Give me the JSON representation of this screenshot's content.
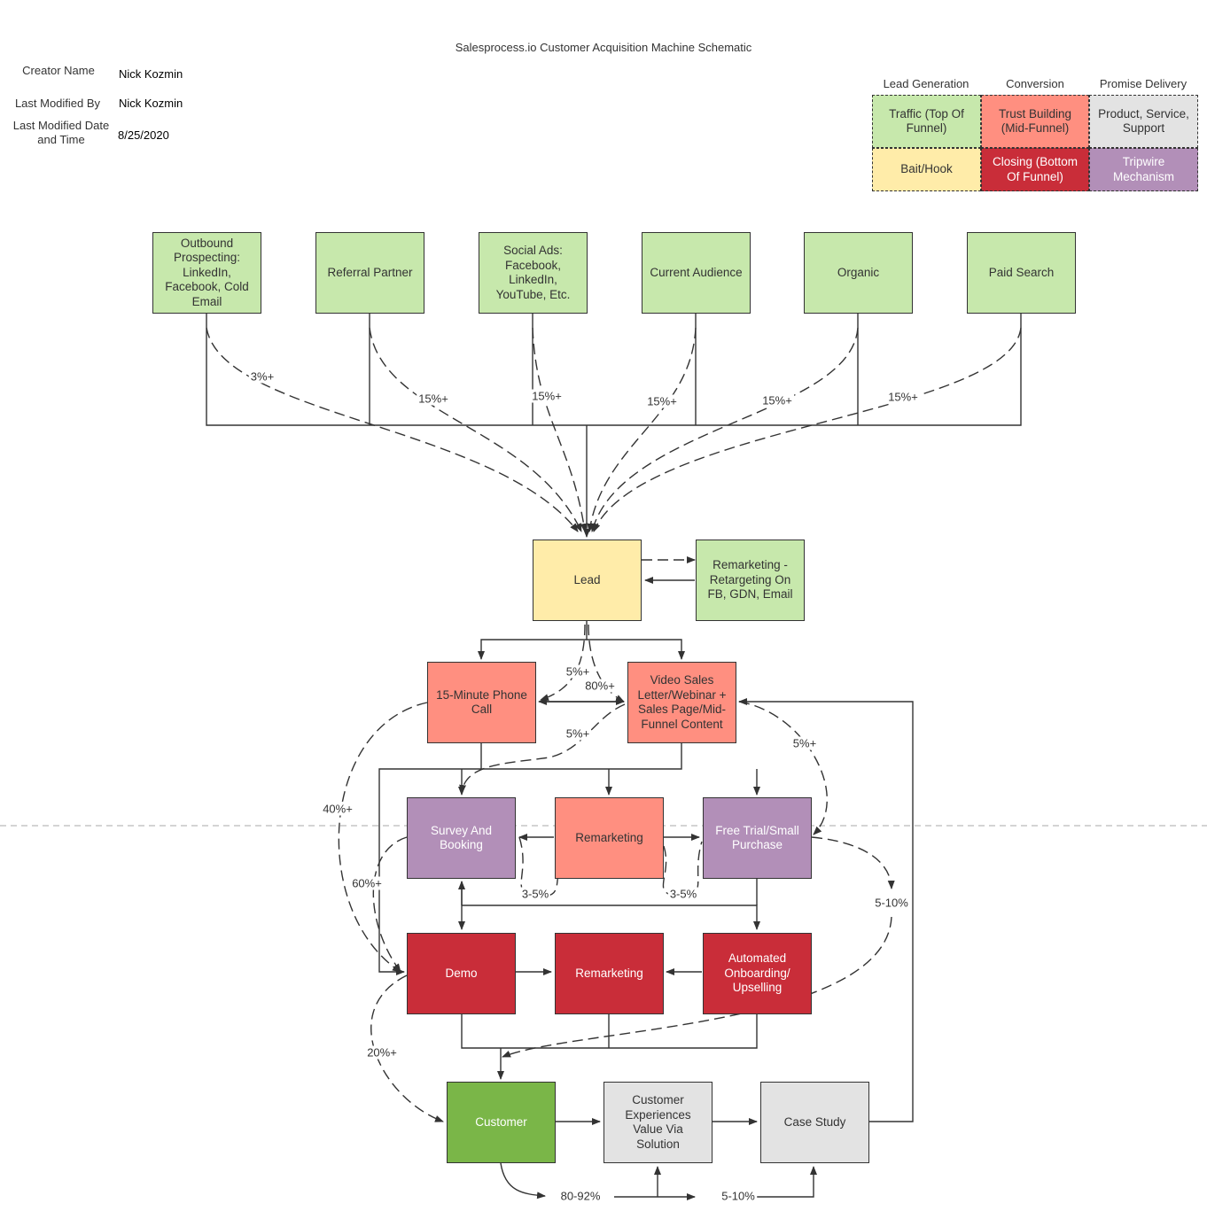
{
  "title": "Salesprocess.io Customer Acquisition Machine Schematic",
  "meta": {
    "creator_label": "Creator Name",
    "creator_value": "Nick Kozmin",
    "modified_by_label": "Last Modified By",
    "modified_by_value": "Nick Kozmin",
    "modified_date_label": "Last Modified Date and Time",
    "modified_date_value": "8/25/2020"
  },
  "legend": {
    "headers": [
      "Lead Generation",
      "Conversion",
      "Promise Delivery"
    ],
    "items": [
      {
        "label": "Traffic (Top Of Funnel)",
        "color": "#c7e8ac"
      },
      {
        "label": "Trust Building (Mid-Funnel)",
        "color": "#ff8f80"
      },
      {
        "label": "Product, Service, Support",
        "color": "#e3e3e3"
      },
      {
        "label": "Bait/Hook",
        "color": "#ffeca9"
      },
      {
        "label": "Closing (Bottom Of Funnel)",
        "color": "#c92d39"
      },
      {
        "label": "Tripwire Mechanism",
        "color": "#b28fb8"
      }
    ]
  },
  "nodes": {
    "outbound": "Outbound Prospecting: LinkedIn, Facebook, Cold Email",
    "referral": "Referral Partner",
    "social_ads": "Social Ads: Facebook, LinkedIn, YouTube, Etc.",
    "current_audience": "Current Audience",
    "organic": "Organic",
    "paid_search": "Paid Search",
    "lead": "Lead",
    "remarketing_top": "Remarketing - Retargeting On FB, GDN, Email",
    "phone_call": "15-Minute Phone Call",
    "vsl": "Video Sales Letter/Webinar + Sales Page/Mid-Funnel Content",
    "survey": "Survey And Booking",
    "remarketing_mid": "Remarketing",
    "free_trial": "Free Trial/Small Purchase",
    "demo": "Demo",
    "remarketing_low": "Remarketing",
    "onboarding": "Automated Onboarding/ Upselling",
    "customer": "Customer",
    "experience": "Customer Experiences Value Via Solution",
    "case_study": "Case Study"
  },
  "rates": {
    "outbound": "3%+",
    "referral": "15%+",
    "social": "15%+",
    "audience": "15%+",
    "organic": "15%+",
    "paid": "15%+",
    "lead_phone": "5%+",
    "lead_vsl": "80%+",
    "vsl_survey": "5%+",
    "vsl_trial": "5%+",
    "phone_demo": "40%+",
    "survey_demo": "60%+",
    "remarket_survey": "3-5%",
    "remarket_trial": "3-5%",
    "trial_customer": "5-10%",
    "demo_customer": "20%+",
    "customer_experience": "80-92%",
    "customer_case": "5-10%"
  },
  "colors": {
    "traffic": "#c7e8ac",
    "bait": "#ffeca9",
    "trust": "#ff8f80",
    "tripwire": "#b28fb8",
    "closing": "#c92d39",
    "delivery": "#e3e3e3",
    "customer": "#7ab648",
    "line": "#333333"
  }
}
